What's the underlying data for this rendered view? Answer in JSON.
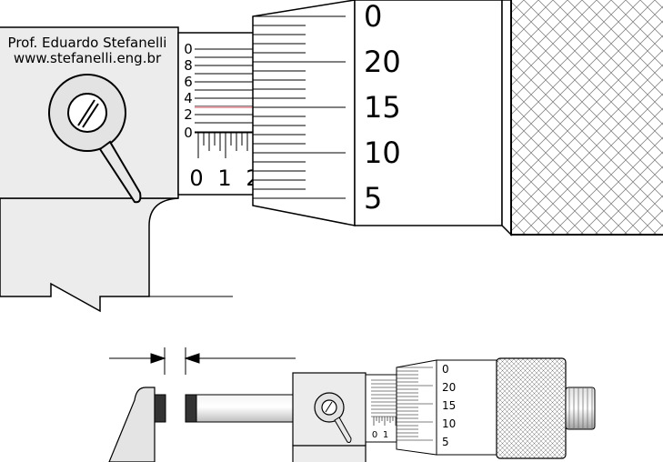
{
  "credit": {
    "author": "Prof. Eduardo Stefanelli",
    "website": "www.stefanelli.eng.br"
  },
  "detail_view": {
    "vernier_labels": [
      "0",
      "8",
      "6",
      "4",
      "2",
      "0"
    ],
    "sleeve_labels": [
      "0",
      "1",
      "2"
    ],
    "thimble_labels": [
      "0",
      "20",
      "15",
      "10",
      "5"
    ]
  },
  "overview": {
    "sleeve_labels": [
      "0",
      "1"
    ],
    "thimble_labels": [
      "0",
      "20",
      "15",
      "10",
      "5"
    ]
  },
  "colors": {
    "line": "#000000",
    "body_fill": "#ececec",
    "pointer_line": "#e8a0a8",
    "knurl": "#9a9a9a"
  }
}
